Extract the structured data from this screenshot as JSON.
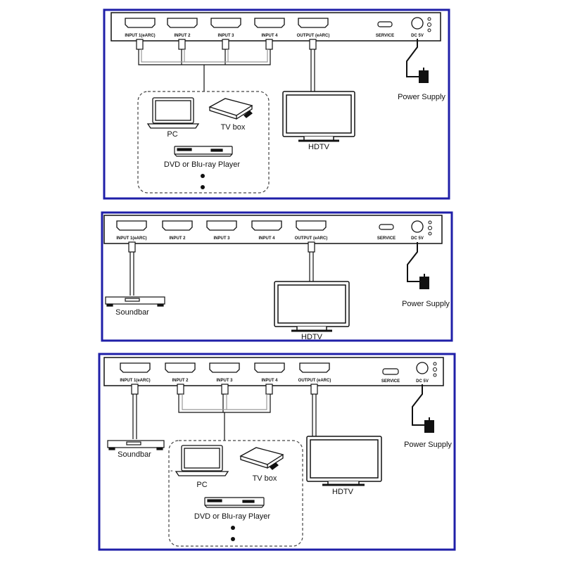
{
  "panels": [
    {
      "ports": [
        "INPUT 1(eARC)",
        "INPUT 2",
        "INPUT 3",
        "INPUT 4",
        "OUTPUT (eARC)"
      ],
      "service": "SERVICE",
      "dc": "DC 5V",
      "pc": "PC",
      "tvbox": "TV box",
      "dvd": "DVD or Blu-ray Player",
      "hdtv": "HDTV",
      "power": "Power Supply"
    },
    {
      "ports": [
        "INPUT 1(eARC)",
        "INPUT 2",
        "INPUT 3",
        "INPUT 4",
        "OUTPUT (eARC)"
      ],
      "service": "SERVICE",
      "dc": "DC 5V",
      "soundbar": "Soundbar",
      "hdtv": "HDTV",
      "power": "Power Supply"
    },
    {
      "ports": [
        "INPUT 1(eARC)",
        "INPUT 2",
        "INPUT 3",
        "INPUT 4",
        "OUTPUT (eARC)"
      ],
      "service": "SERVICE",
      "dc": "DC 5V",
      "soundbar": "Soundbar",
      "pc": "PC",
      "tvbox": "TV box",
      "dvd": "DVD or Blu-ray Player",
      "hdtv": "HDTV",
      "power": "Power Supply"
    }
  ],
  "colors": {
    "frame": "#1f1fa8",
    "line": "#111111",
    "cable": "#888888"
  }
}
